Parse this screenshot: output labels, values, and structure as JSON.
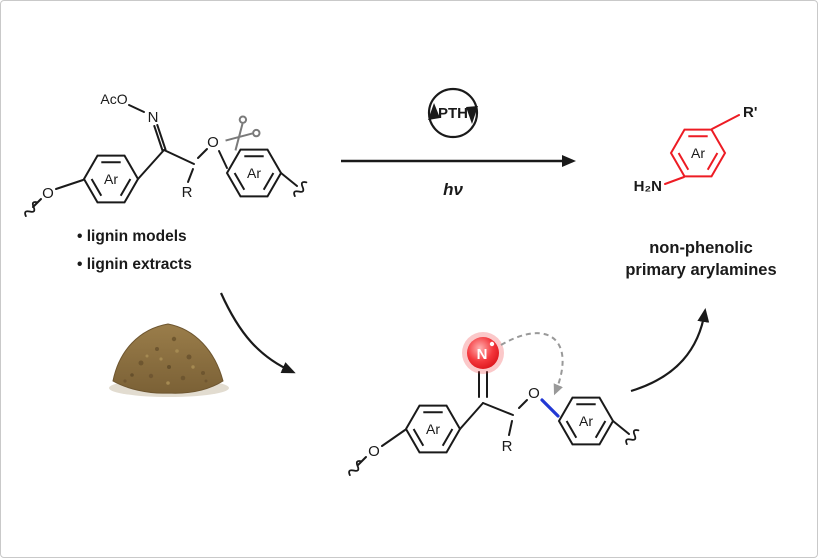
{
  "labels": {
    "aco": "AcO",
    "n": "N",
    "ar": "Ar",
    "o": "O",
    "r": "R",
    "r_prime": "R'",
    "h2n": "H₂N"
  },
  "reagents": {
    "catalyst": "PTH",
    "conditions": "hν"
  },
  "substrate": {
    "bullets": [
      "• lignin models",
      "• lignin extracts"
    ]
  },
  "product": {
    "line1": "non-phenolic",
    "line2": "primary arylamines"
  },
  "colors": {
    "red": "#ed1c24",
    "blue": "#2238d4",
    "black": "#1a1a1a",
    "gray_arrow": "#999999",
    "powder_brown": "#8b6f40"
  }
}
